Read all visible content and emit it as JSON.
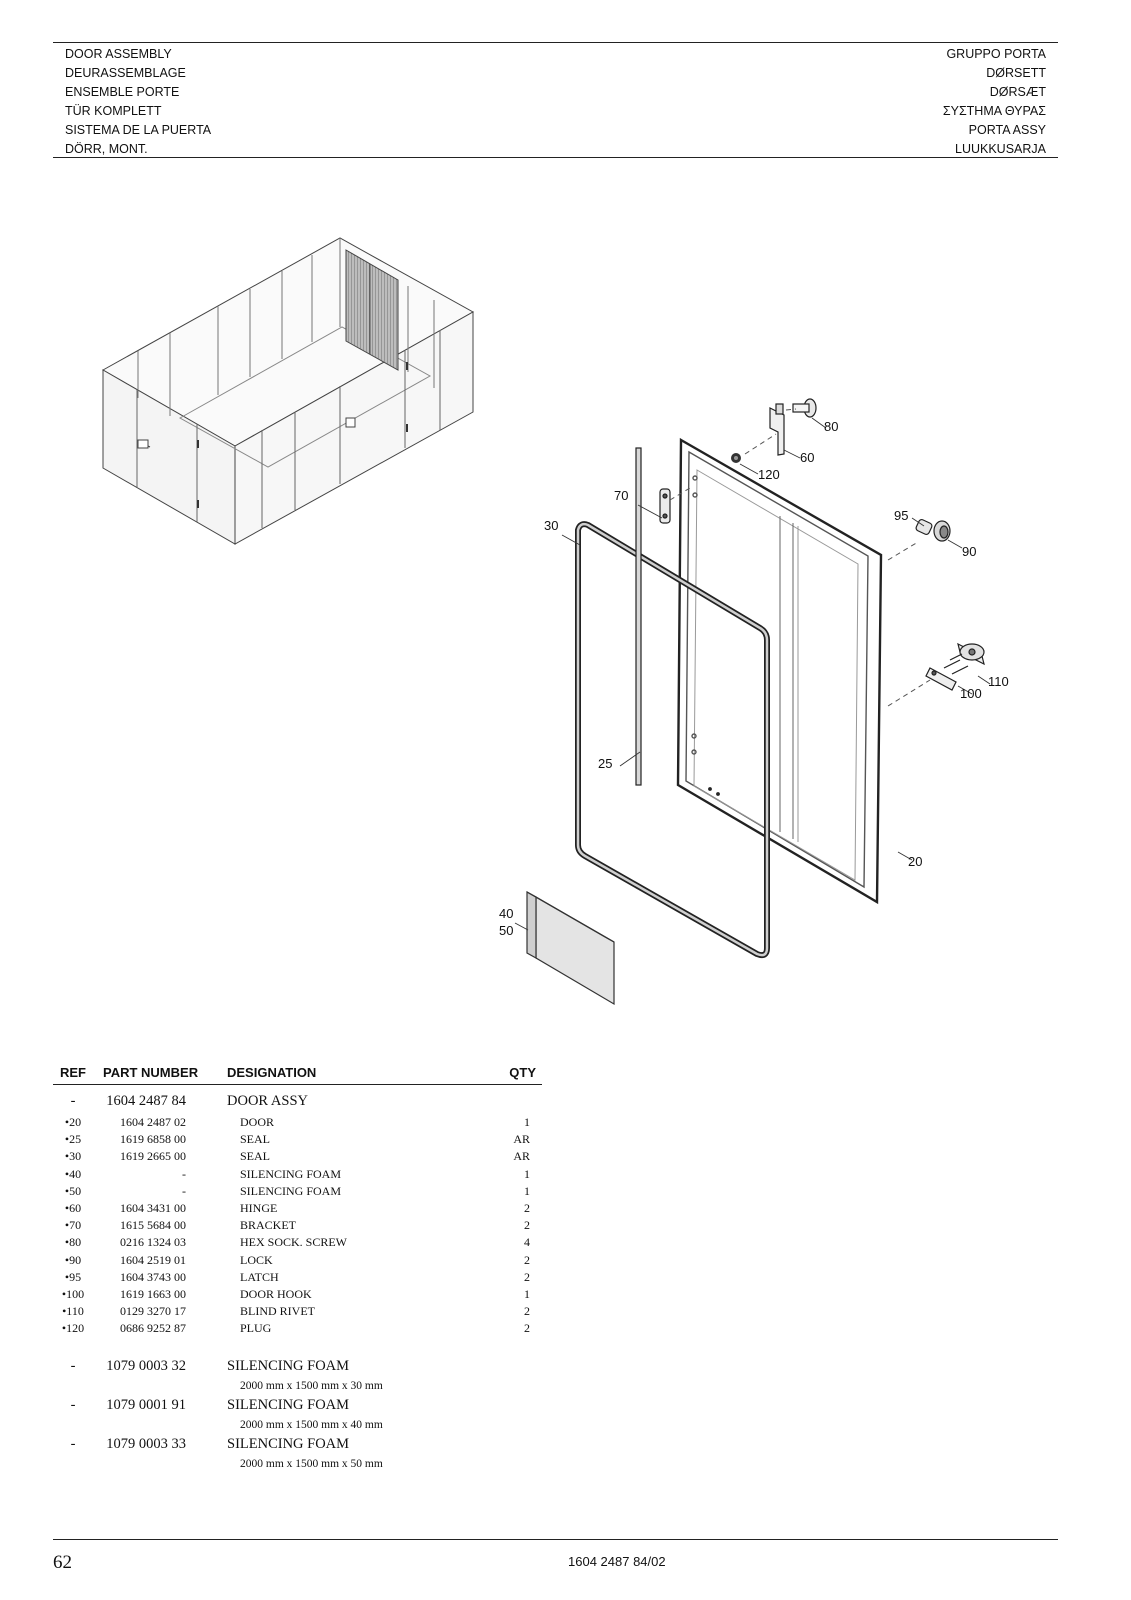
{
  "header": {
    "left": [
      "DOOR ASSEMBLY",
      "DEURASSEMBLAGE",
      "ENSEMBLE PORTE",
      "TÜR KOMPLETT",
      "SISTEMA DE LA PUERTA",
      "DÖRR, MONT."
    ],
    "right": [
      "GRUPPO PORTA",
      "DØRSETT",
      "DØRSÆT",
      "ΣΥΣΤΗΜΑ ΘΥΡΑΣ",
      "PORTA ASSY",
      "LUUKKUSARJA"
    ]
  },
  "callouts": {
    "c80": "80",
    "c60": "60",
    "c120": "120",
    "c70": "70",
    "c30": "30",
    "c95": "95",
    "c90": "90",
    "c110": "110",
    "c100": "100",
    "c25": "25",
    "c20": "20",
    "c40": "40",
    "c50": "50"
  },
  "table": {
    "headers": {
      "ref": "REF",
      "part_number": "PART NUMBER",
      "designation": "DESIGNATION",
      "qty": "QTY"
    },
    "assembly": {
      "ref": "-",
      "part_number": "1604 2487 84",
      "designation": "DOOR ASSY"
    },
    "items": [
      {
        "ref": "•20",
        "part_number": "1604 2487 02",
        "designation": "DOOR",
        "qty": "1"
      },
      {
        "ref": "•25",
        "part_number": "1619 6858 00",
        "designation": "SEAL",
        "qty": "AR"
      },
      {
        "ref": "•30",
        "part_number": "1619 2665 00",
        "designation": "SEAL",
        "qty": "AR"
      },
      {
        "ref": "•40",
        "part_number": "-",
        "designation": "SILENCING FOAM",
        "qty": "1"
      },
      {
        "ref": "•50",
        "part_number": "-",
        "designation": "SILENCING FOAM",
        "qty": "1"
      },
      {
        "ref": "•60",
        "part_number": "1604 3431 00",
        "designation": "HINGE",
        "qty": "2"
      },
      {
        "ref": "•70",
        "part_number": "1615 5684 00",
        "designation": "BRACKET",
        "qty": "2"
      },
      {
        "ref": "•80",
        "part_number": "0216 1324 03",
        "designation": "HEX SOCK. SCREW",
        "qty": "4"
      },
      {
        "ref": "•90",
        "part_number": "1604 2519 01",
        "designation": "LOCK",
        "qty": "2"
      },
      {
        "ref": "•95",
        "part_number": "1604 3743 00",
        "designation": "LATCH",
        "qty": "2"
      },
      {
        "ref": "•100",
        "part_number": "1619 1663 00",
        "designation": "DOOR HOOK",
        "qty": "1"
      },
      {
        "ref": "•110",
        "part_number": "0129 3270 17",
        "designation": "BLIND RIVET",
        "qty": "2"
      },
      {
        "ref": "•120",
        "part_number": "0686 9252 87",
        "designation": "PLUG",
        "qty": "2"
      }
    ],
    "foams": [
      {
        "ref": "-",
        "part_number": "1079 0003 32",
        "designation": "SILENCING FOAM",
        "note": "2000 mm x 1500 mm x 30 mm"
      },
      {
        "ref": "-",
        "part_number": "1079 0001 91",
        "designation": "SILENCING FOAM",
        "note": "2000 mm x 1500 mm x 40 mm"
      },
      {
        "ref": "-",
        "part_number": "1079 0003 33",
        "designation": "SILENCING FOAM",
        "note": "2000 mm x 1500 mm x 50 mm"
      }
    ]
  },
  "footer": {
    "page_number": "62",
    "doc_ref": "1604 2487 84/02"
  }
}
